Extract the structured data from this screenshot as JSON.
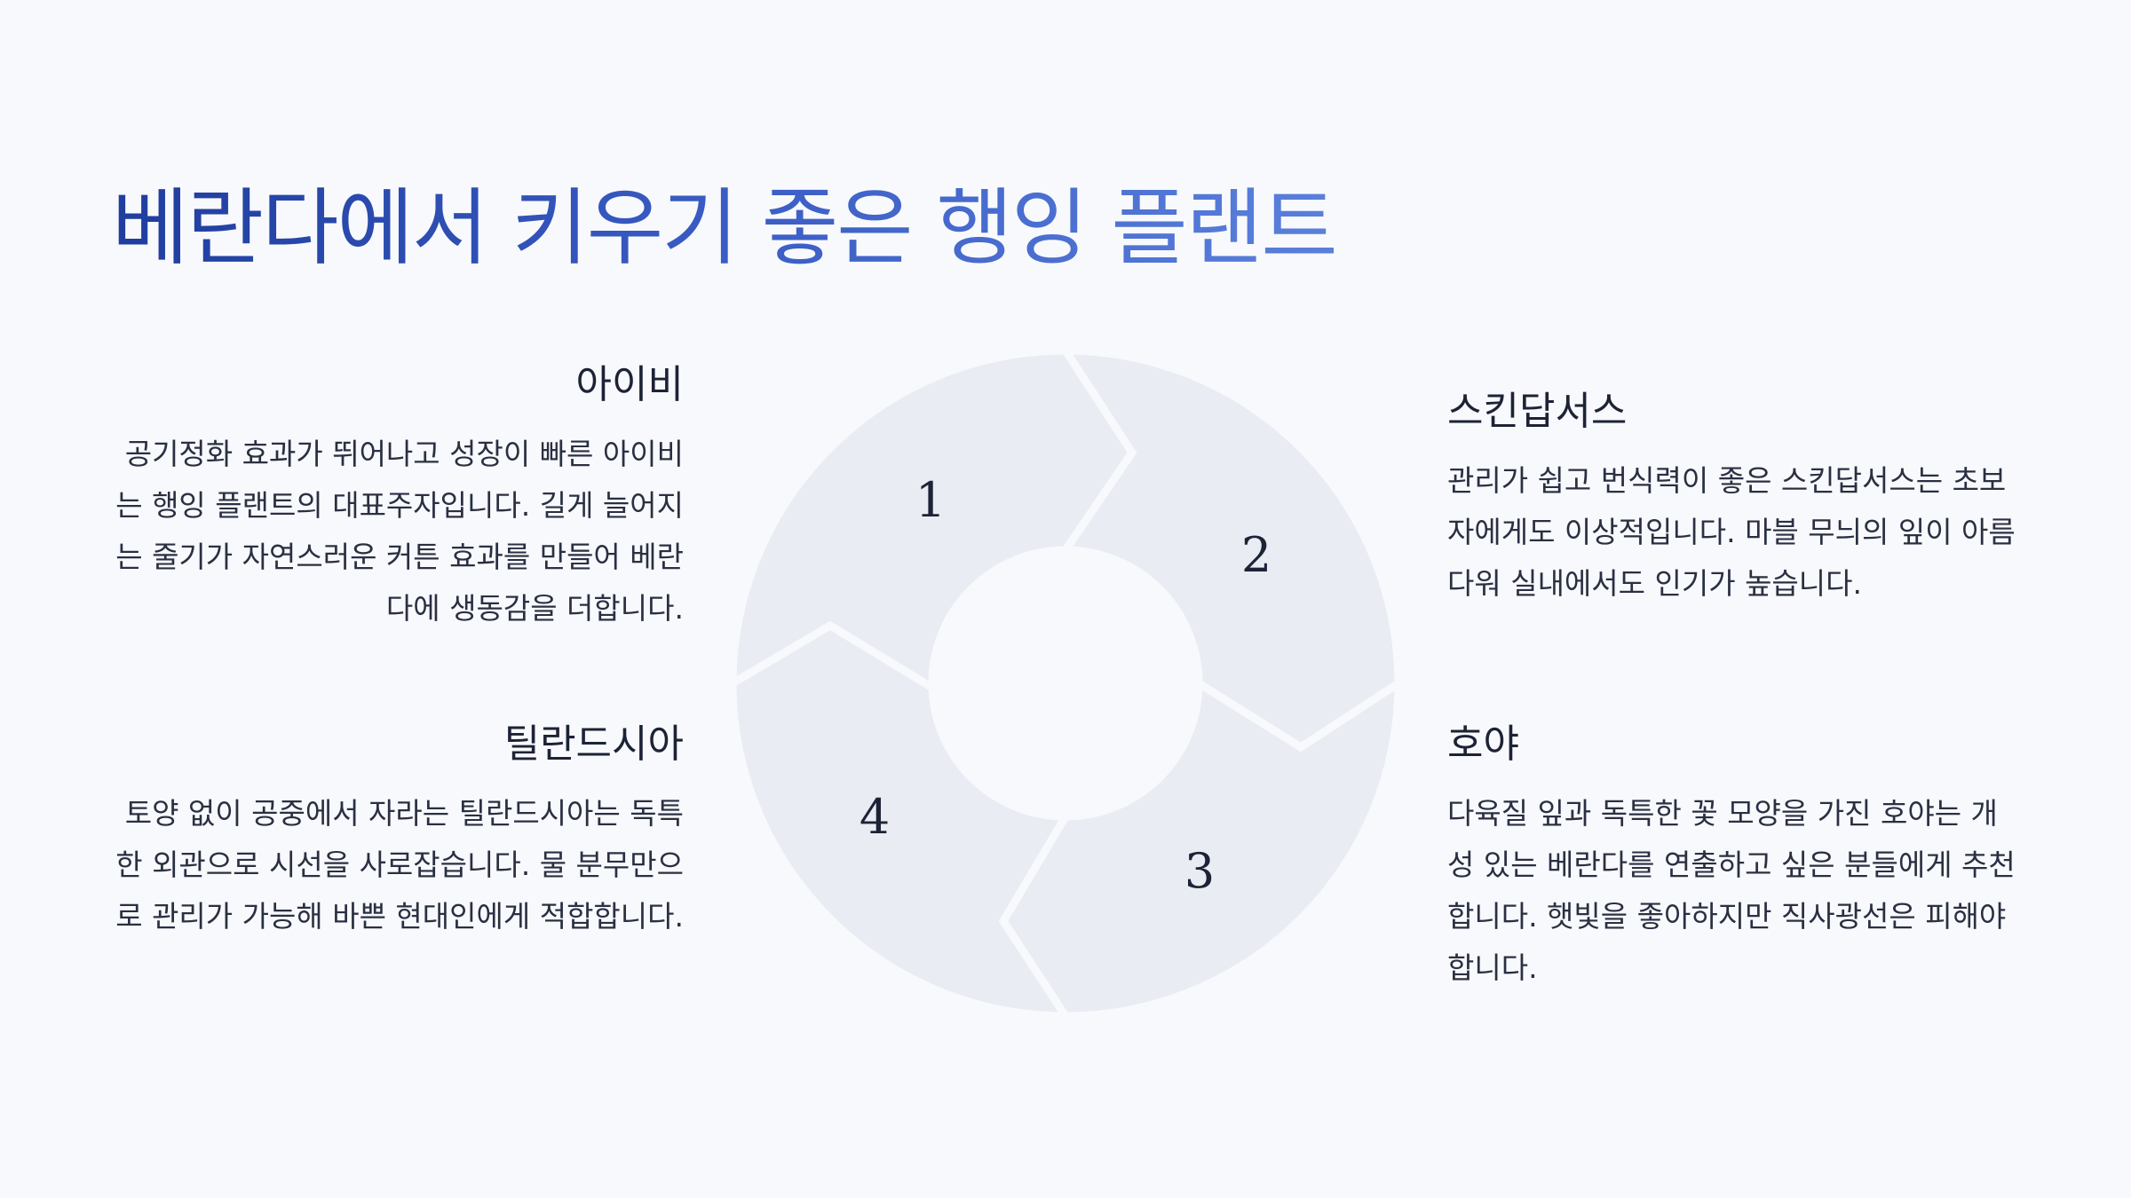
{
  "title": "베란다에서 키우기 좋은 행잉 플랜트",
  "steps": [
    {
      "number": "1",
      "heading": "아이비",
      "body": "공기정화 효과가 뛰어나고 성장이 빠른 아이비는 행잉 플랜트의 대표주자입니다. 길게 늘어지는 줄기가 자연스러운 커튼 효과를 만들어 베란다에 생동감을 더합니다."
    },
    {
      "number": "2",
      "heading": "스킨답서스",
      "body": "관리가 쉽고 번식력이 좋은 스킨답서스는 초보자에게도 이상적입니다. 마블 무늬의 잎이 아름다워 실내에서도 인기가 높습니다."
    },
    {
      "number": "3",
      "heading": "호야",
      "body": "다육질 잎과 독특한 꽃 모양을 가진 호야는 개성 있는 베란다를 연출하고 싶은 분들에게 추천합니다. 햇빛을 좋아하지만 직사광선은 피해야 합니다."
    },
    {
      "number": "4",
      "heading": "틸란드시아",
      "body": "토양 없이 공중에서 자라는 틸란드시아는 독특한 외관으로 시선을 사로잡습니다. 물 분무만으로 관리가 가능해 바쁜 현대인에게 적합합니다."
    }
  ],
  "colors": {
    "segment_fill": "#e9ecf3",
    "title_start": "#1f3d9e",
    "title_end": "#5a80dc",
    "background": "#f8f9fc"
  }
}
